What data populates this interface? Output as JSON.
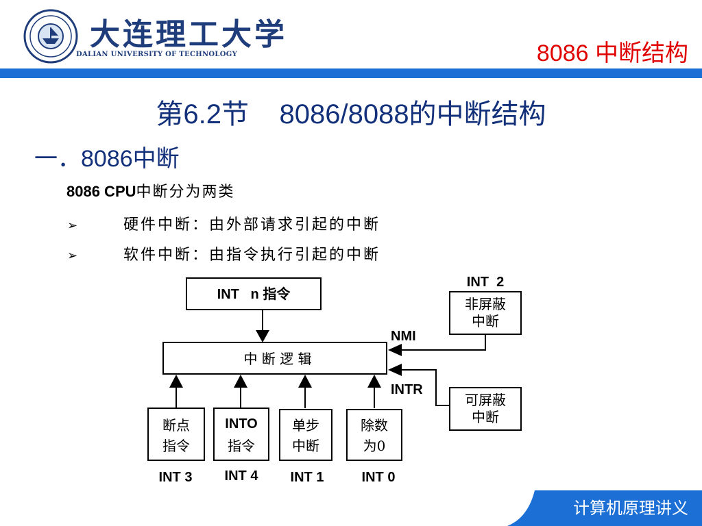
{
  "header": {
    "logo_cn": "大连理工大学",
    "logo_en": "DALIAN UNIVERSITY OF TECHNOLOGY",
    "title": "8086 中断结构",
    "accent_color": "#e00000",
    "bar_color": "#1c6fd4"
  },
  "slide": {
    "title": "第6.2节    8086/8088的中断结构",
    "section": "一．8086中断",
    "intro_bold": "8086  CPU",
    "intro_rest": "中断分为两类",
    "bullets": [
      "硬件中断：由外部请求引起的中断",
      "软件中断：由指令执行引起的中断"
    ],
    "bullet_icon": "arrow-bullet-icon"
  },
  "diagram": {
    "int_n_box": "INT   n 指令",
    "logic_box": "中 断 逻 辑",
    "nmi_label": "NMI",
    "intr_label": "INTR",
    "nmi_box": {
      "top": "INT  2",
      "line1": "非屏蔽",
      "line2": "中断"
    },
    "maskable_box": {
      "line1": "可屏蔽",
      "line2": "中断"
    },
    "sources": [
      {
        "line1": "断点",
        "line2": "指令",
        "int": "INT 3"
      },
      {
        "line1": "INTO",
        "line2": "指令",
        "int": "INT 4"
      },
      {
        "line1": "单步",
        "line2": "中断",
        "int": "INT 1"
      },
      {
        "line1": "除数",
        "line2": "为0",
        "int": "INT 0"
      }
    ]
  },
  "footer": {
    "text": "计算机原理讲义",
    "color": "#1c6fd4"
  }
}
